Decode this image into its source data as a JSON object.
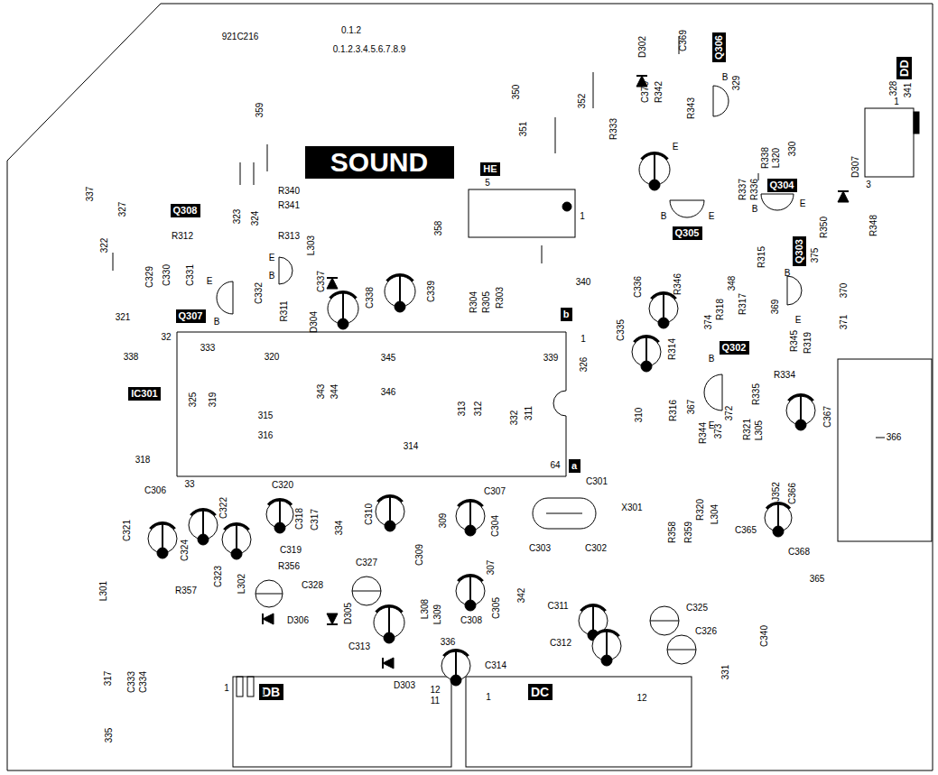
{
  "diagram": {
    "nodes": [
      {
        "text": [
          "SOUND"
        ]
      },
      {
        "text": [
          "HE"
        ]
      },
      {
        "text": [
          "Q306"
        ]
      },
      {
        "text": [
          "DD"
        ]
      },
      {
        "text": [
          "Q305"
        ]
      },
      {
        "text": [
          "Q304"
        ]
      },
      {
        "text": [
          "Q303"
        ]
      },
      {
        "text": [
          "Q308"
        ]
      },
      {
        "text": [
          "Q307"
        ]
      },
      {
        "text": [
          "b"
        ]
      },
      {
        "text": [
          "IC301"
        ]
      },
      {
        "text": [
          "Q302"
        ]
      },
      {
        "text": [
          "a"
        ]
      },
      {
        "text": [
          "DB"
        ]
      },
      {
        "text": [
          "DC"
        ]
      }
    ],
    "labels": [
      "921C216",
      "0.1.2",
      "0.1.2.3.4.5.6.7.8.9",
      "359",
      "337",
      "327",
      "322",
      "323",
      "324",
      "R340",
      "R341",
      "R312",
      "R313",
      "E",
      "B",
      "L303",
      "C337",
      "350",
      "351",
      "352",
      "358",
      "5",
      "1",
      "C329",
      "C330",
      "C331",
      "E",
      "B",
      "C332",
      "R311",
      "D304",
      "C338",
      "C339",
      "321",
      "R304",
      "R305",
      "R303",
      "340",
      "D302",
      "C369",
      "R333",
      "C370",
      "R342",
      "R343",
      "B",
      "E",
      "329",
      "R338",
      "L320",
      "330",
      "R337",
      "R336",
      "B",
      "E",
      "B",
      "E",
      "D307",
      "1",
      "3",
      "328",
      "341",
      "R348",
      "R350",
      "375",
      "R315",
      "B",
      "348",
      "R346",
      "C336",
      "R317",
      "R318",
      "374",
      "369",
      "370",
      "371",
      "E",
      "R345",
      "R319",
      "C335",
      "R314",
      "326",
      "339",
      "1",
      "32",
      "338",
      "333",
      "320",
      "345",
      "325",
      "319",
      "343",
      "344",
      "346",
      "315",
      "316",
      "318",
      "314",
      "313",
      "312",
      "332",
      "311",
      "310",
      "64",
      "C301",
      "33",
      "C306",
      "C320",
      "C307",
      "B",
      "E",
      "R335",
      "R334",
      "C367",
      "R316",
      "367",
      "R344",
      "373",
      "372",
      "R321",
      "L305",
      "366",
      "C366",
      "J352",
      "R320",
      "L304",
      "C365",
      "C368",
      "365",
      "C321",
      "C324",
      "C322",
      "C323",
      "C318",
      "C317",
      "C319",
      "334",
      "C310",
      "C309",
      "309",
      "C304",
      "C303",
      "C302",
      "X301",
      "R358",
      "R359",
      "R356",
      "C327",
      "C328",
      "R357",
      "L301",
      "L302",
      "D306",
      "D305",
      "C313",
      "L308",
      "L309",
      "C308",
      "307",
      "C305",
      "342",
      "C311",
      "C312",
      "C325",
      "C326",
      "C340",
      "331",
      "336",
      "C314",
      "D303",
      "12",
      "11",
      "1",
      "12",
      "317",
      "C333",
      "C334",
      "1",
      "1",
      "335"
    ]
  }
}
